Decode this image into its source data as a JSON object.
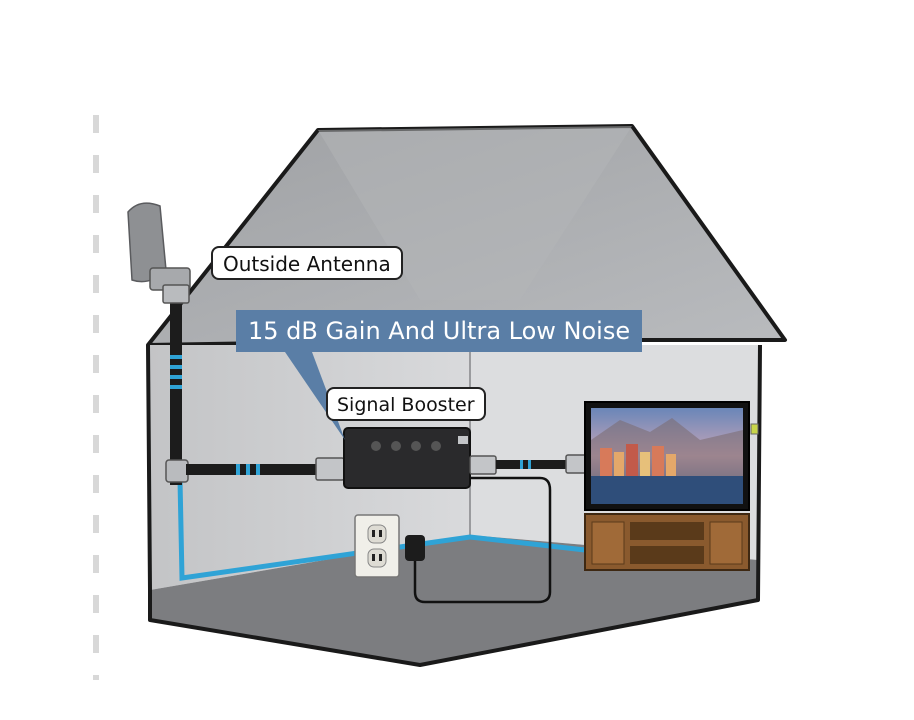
{
  "labels": {
    "outside_antenna": "Outside Antenna",
    "signal_booster": "Signal Booster",
    "gain_banner": "15 dB Gain And Ultra Low Noise"
  },
  "colors": {
    "banner": "#5a7ea6",
    "cable_trace": "#2fa3d6",
    "roof": "#a8aaad",
    "walls": "#d2d3d5",
    "floor": "#7c7d80",
    "outline": "#1a1a1a"
  },
  "icons": {
    "antenna": "panel-antenna-icon",
    "booster": "signal-booster-device-icon",
    "tv": "television-icon",
    "outlet": "power-outlet-icon",
    "cabinet": "tv-cabinet-icon"
  }
}
